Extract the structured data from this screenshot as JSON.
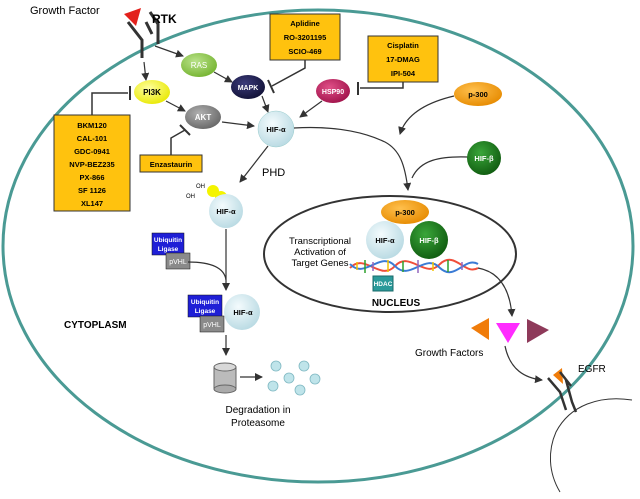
{
  "labels": {
    "growth_factor": "Growth Factor",
    "rtk": "RTK",
    "ras": "RAS",
    "mapk": "MAPK",
    "pi3k": "PI3K",
    "akt": "AKT",
    "hsp90": "HSP90",
    "hif_alpha": "HIF-α",
    "hif_beta": "HIF-β",
    "p300": "p-300",
    "phd": "PHD",
    "oh": "OH",
    "ubiquitin_ligase_1": "Ubiquitin",
    "ubiquitin_ligase_2": "Ligase",
    "pvhl": "pVHL",
    "cytoplasm": "CYTOPLASM",
    "degradation_1": "Degradation in",
    "degradation_2": "Proteasome",
    "transcription_1": "Transcriptional",
    "transcription_2": "Activation of",
    "transcription_3": "Target Genes",
    "hdac": "HDAC",
    "nucleus": "NUCLEUS",
    "growth_factors": "Growth Factors",
    "egfr": "EGFR"
  },
  "drug_boxes": {
    "mapk_inhibitors": [
      "Aplidine",
      "RO-3201195",
      "SCIO-469"
    ],
    "hsp90_inhibitors": [
      "Cisplatin",
      "17-DMAG",
      "IPI-504"
    ],
    "pi3k_inhibitors": [
      "BKM120",
      "CAL-101",
      "GDC-0941",
      "NVP-BEZ235",
      "PX-866",
      "SF 1126",
      "XL147"
    ],
    "akt_inhibitors": [
      "Enzastaurin"
    ]
  },
  "colors": {
    "cell_membrane": "#4a9a94",
    "ras": "#8cc63f",
    "mapk": "#1a1a4e",
    "pi3k": "#f4f400",
    "akt": "#808080",
    "hsp90": "#c2185b",
    "hif_alpha": "#cfe6ec",
    "hif_beta": "#1e7a1e",
    "p300": "#f39c12",
    "drug_box": "#ffc20e",
    "ubiquitin": "#1f1fd6",
    "pvhl": "#8a8a8a",
    "hdac": "#2a9a9a",
    "tri_orange": "#f07c0a",
    "tri_magenta": "#ff2cff",
    "tri_purple": "#8e3a5a",
    "rtk_red": "#e3211c"
  }
}
